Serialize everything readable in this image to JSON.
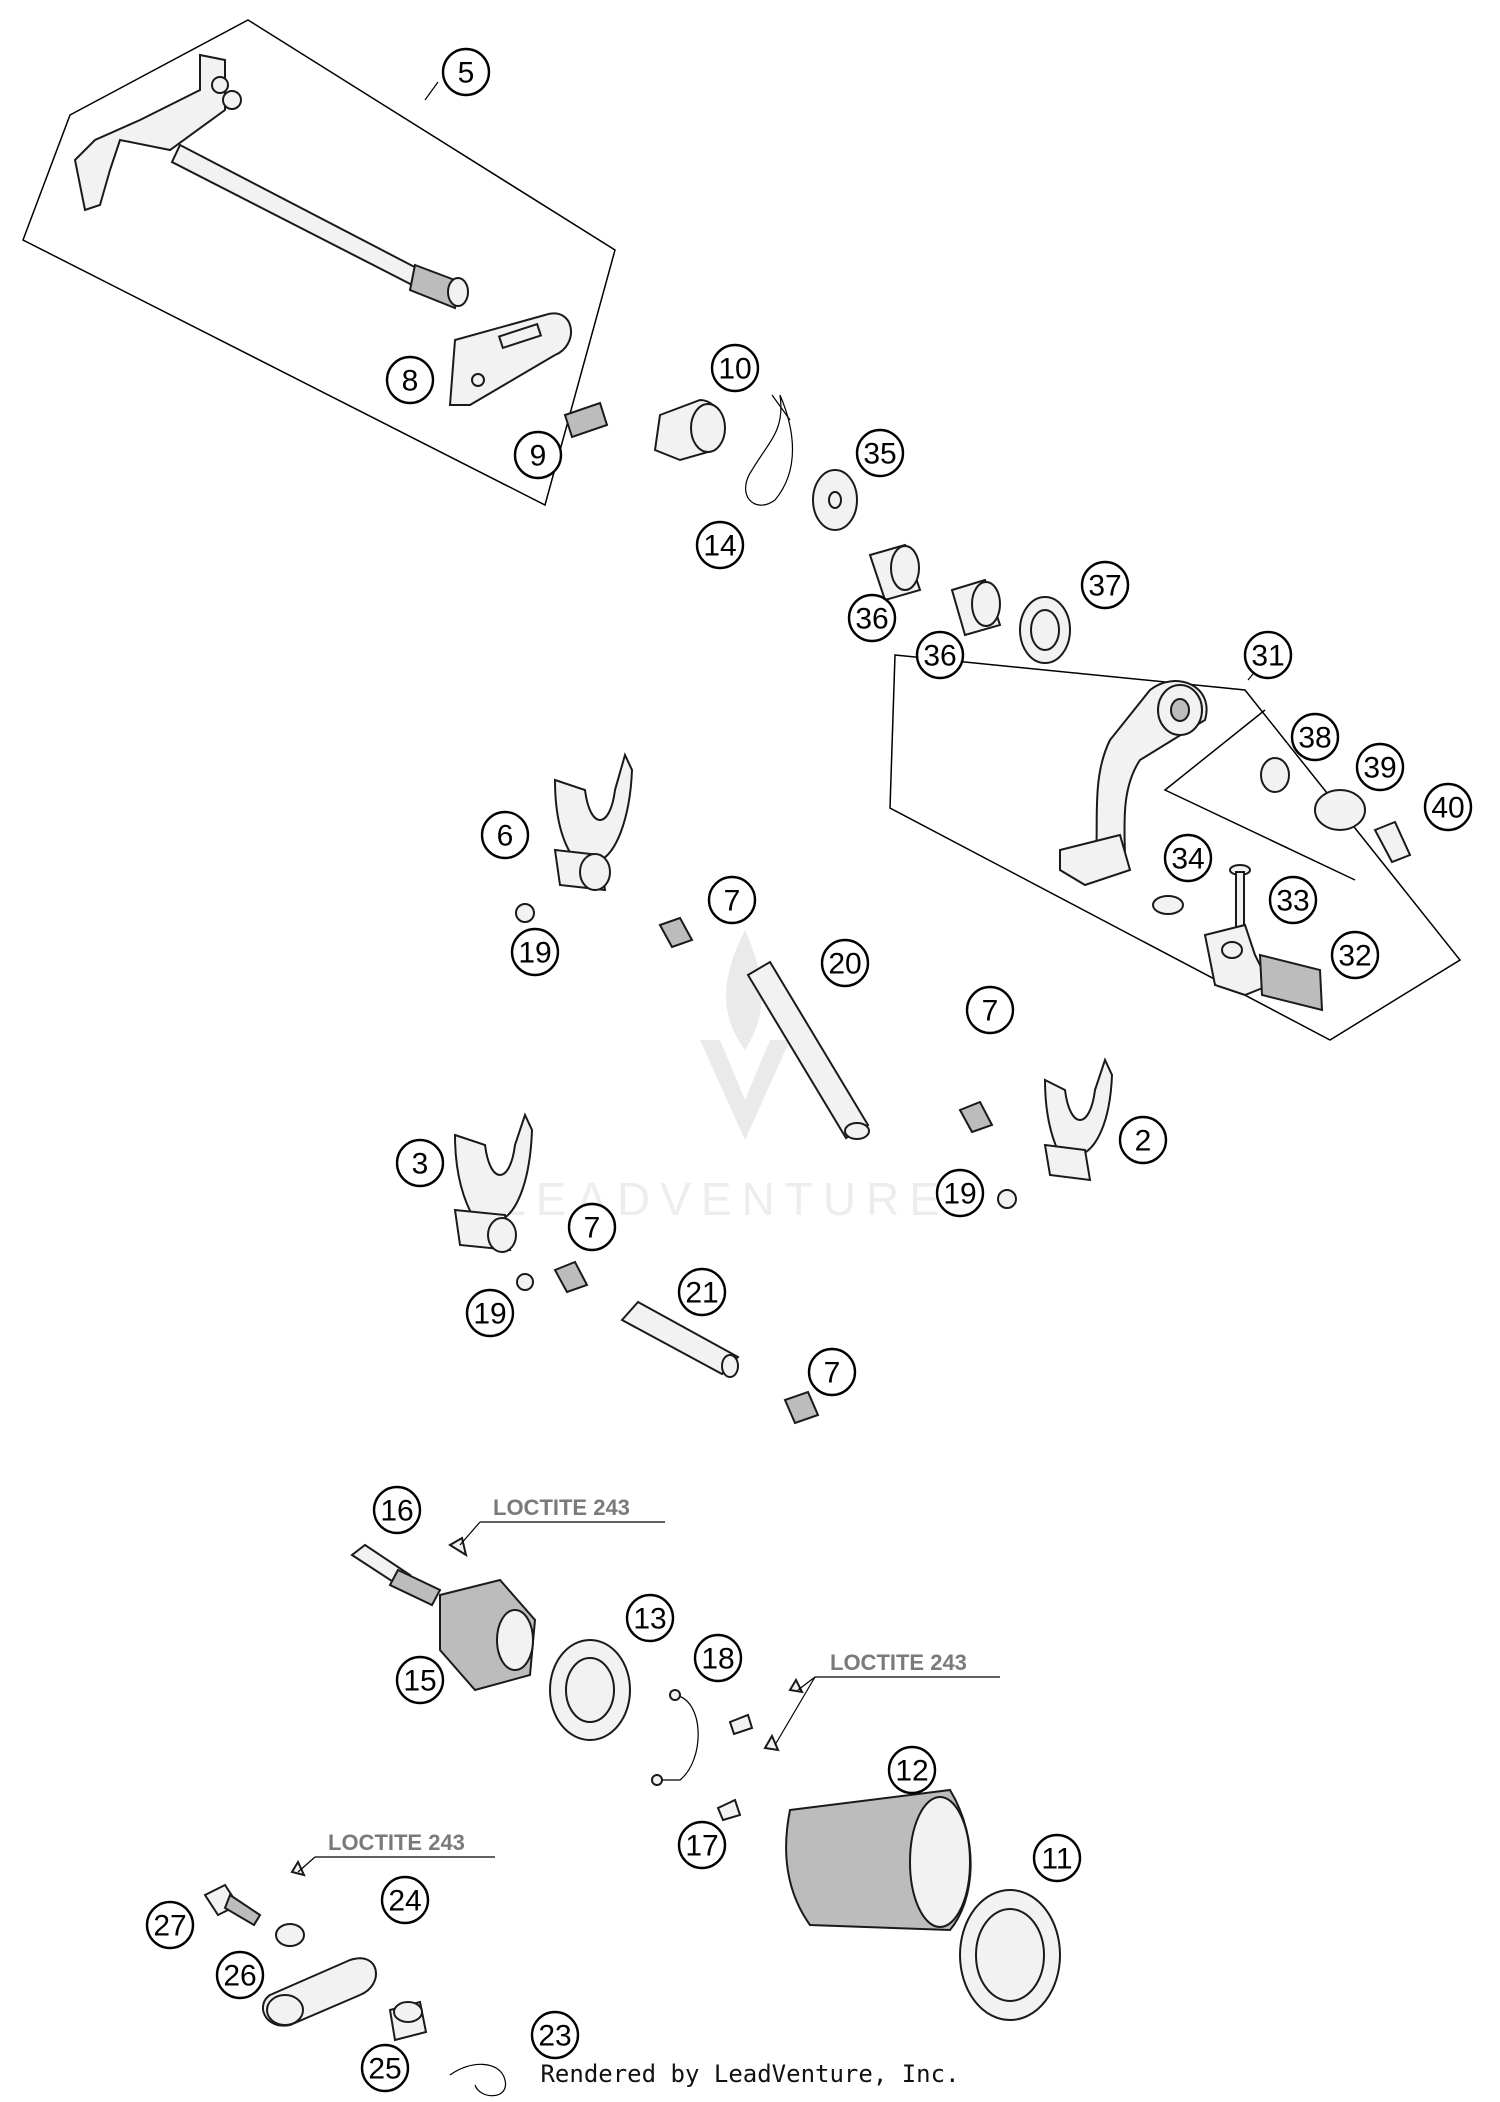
{
  "callouts": [
    {
      "id": "c5",
      "label": "5"
    },
    {
      "id": "c8",
      "label": "8"
    },
    {
      "id": "c9",
      "label": "9"
    },
    {
      "id": "c10",
      "label": "10"
    },
    {
      "id": "c35",
      "label": "35"
    },
    {
      "id": "c14",
      "label": "14"
    },
    {
      "id": "c36a",
      "label": "36"
    },
    {
      "id": "c36b",
      "label": "36"
    },
    {
      "id": "c37",
      "label": "37"
    },
    {
      "id": "c31",
      "label": "31"
    },
    {
      "id": "c38",
      "label": "38"
    },
    {
      "id": "c39",
      "label": "39"
    },
    {
      "id": "c40",
      "label": "40"
    },
    {
      "id": "c34",
      "label": "34"
    },
    {
      "id": "c33",
      "label": "33"
    },
    {
      "id": "c32",
      "label": "32"
    },
    {
      "id": "c6",
      "label": "6"
    },
    {
      "id": "c19a",
      "label": "19"
    },
    {
      "id": "c7a",
      "label": "7"
    },
    {
      "id": "c20",
      "label": "20"
    },
    {
      "id": "c7b",
      "label": "7"
    },
    {
      "id": "c2",
      "label": "2"
    },
    {
      "id": "c19b",
      "label": "19"
    },
    {
      "id": "c3",
      "label": "3"
    },
    {
      "id": "c7c",
      "label": "7"
    },
    {
      "id": "c19c",
      "label": "19"
    },
    {
      "id": "c21",
      "label": "21"
    },
    {
      "id": "c7d",
      "label": "7"
    },
    {
      "id": "c16",
      "label": "16"
    },
    {
      "id": "c15",
      "label": "15"
    },
    {
      "id": "c13",
      "label": "13"
    },
    {
      "id": "c18",
      "label": "18"
    },
    {
      "id": "c12",
      "label": "12"
    },
    {
      "id": "c17",
      "label": "17"
    },
    {
      "id": "c11",
      "label": "11"
    },
    {
      "id": "c27",
      "label": "27"
    },
    {
      "id": "c24",
      "label": "24"
    },
    {
      "id": "c26",
      "label": "26"
    },
    {
      "id": "c25",
      "label": "25"
    },
    {
      "id": "c23",
      "label": "23"
    }
  ],
  "notes": {
    "loctite_1": "LOCTITE 243",
    "loctite_2": "LOCTITE 243",
    "loctite_3": "LOCTITE 243"
  },
  "watermark": {
    "text": "LEADVENTURE"
  },
  "footer": {
    "text": "Rendered by LeadVenture, Inc."
  }
}
